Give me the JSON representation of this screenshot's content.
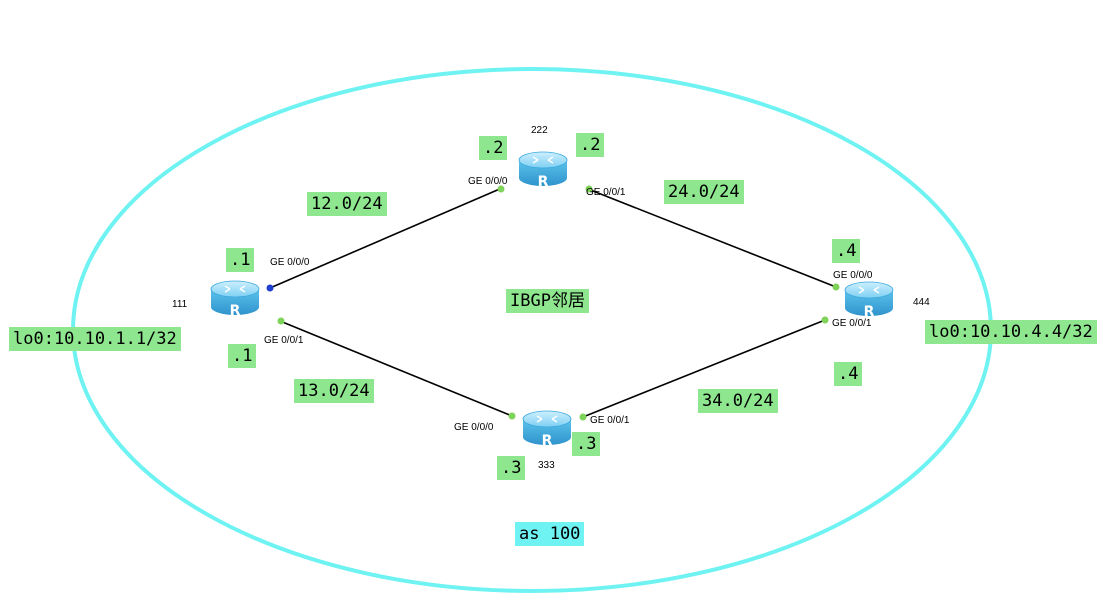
{
  "as_label": "as 100",
  "center_label": "IBGP邻居",
  "routers": [
    {
      "id": "r1",
      "name": "111",
      "icon": "router-icon",
      "glyph": "R"
    },
    {
      "id": "r2",
      "name": "222",
      "icon": "router-icon",
      "glyph": "R"
    },
    {
      "id": "r3",
      "name": "333",
      "icon": "router-icon",
      "glyph": "R"
    },
    {
      "id": "r4",
      "name": "444",
      "icon": "router-icon",
      "glyph": "R"
    }
  ],
  "loopbacks": {
    "r1": "lo0:10.10.1.1/32",
    "r4": "lo0:10.10.4.4/32"
  },
  "links": [
    {
      "network": "12.0/24",
      "a_port": "GE 0/0/0",
      "a_ip": ".1",
      "b_port": "GE 0/0/0",
      "b_ip": ".2"
    },
    {
      "network": "13.0/24",
      "a_port": "GE 0/0/1",
      "a_ip": ".1",
      "b_port": "GE 0/0/0",
      "b_ip": ".3"
    },
    {
      "network": "24.0/24",
      "a_port": "GE 0/0/1",
      "a_ip": ".2",
      "b_port": "GE 0/0/0",
      "b_ip": ".4"
    },
    {
      "network": "34.0/24",
      "a_port": "GE 0/0/1",
      "a_ip": ".3",
      "b_port": "GE 0/0/1",
      "b_ip": ".4"
    }
  ],
  "colors": {
    "as_ellipse": "#6ff2f2",
    "label_bg": "#8ee68e",
    "port_dot": "#7fd25a",
    "port_dot_active": "#1f3fd0",
    "router_body": "#5fc8ee"
  }
}
